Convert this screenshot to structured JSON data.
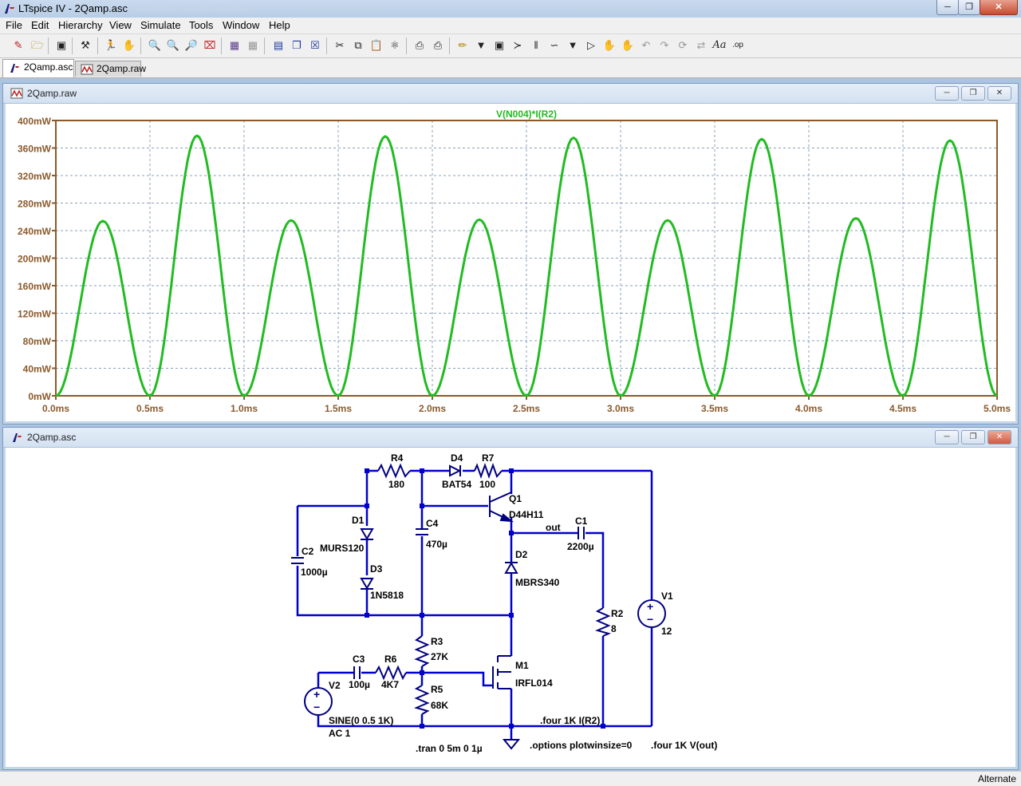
{
  "window": {
    "title": "LTspice IV - 2Qamp.asc",
    "ghost_title": "Windows Internet Explorer"
  },
  "menu": [
    "File",
    "Edit",
    "Hierarchy",
    "View",
    "Simulate",
    "Tools",
    "Window",
    "Help"
  ],
  "toolbar_icons": [
    "new-schematic-icon",
    "open-icon",
    "save-icon",
    "control-panel-icon",
    "run-icon",
    "halt-icon",
    "zoom-in-icon",
    "pan-icon",
    "zoom-out-icon",
    "zoom-fit-icon",
    "autorange-icon",
    "grid-icon",
    "tile-horizontal-icon",
    "cascade-icon",
    "close-window-icon",
    "cut-icon",
    "copy-icon",
    "paste-icon",
    "find-icon",
    "print-setup-icon",
    "print-icon",
    "draw-wire-icon",
    "ground-icon",
    "label-icon",
    "resistor-icon",
    "capacitor-icon",
    "inductor-icon",
    "diode-icon",
    "component-icon",
    "move-icon",
    "drag-icon",
    "undo-icon",
    "redo-icon",
    "rotate-icon",
    "mirror-icon",
    "text-icon",
    "spice-directive-icon"
  ],
  "tabs": [
    {
      "label": "2Qamp.asc",
      "active": true,
      "icon": "schematic-icon"
    },
    {
      "label": "2Qamp.raw",
      "active": false,
      "icon": "waveform-icon"
    }
  ],
  "plot_window": {
    "title": "2Qamp.raw"
  },
  "schematic_window": {
    "title": "2Qamp.asc"
  },
  "chart_data": {
    "type": "line",
    "title": "V(N004)*I(R2)",
    "xlabel": "",
    "ylabel": "",
    "x_unit": "ms",
    "y_unit": "mW",
    "xlim": [
      0,
      5
    ],
    "ylim": [
      0,
      400
    ],
    "x_ticks": [
      "0.0ms",
      "0.5ms",
      "1.0ms",
      "1.5ms",
      "2.0ms",
      "2.5ms",
      "3.0ms",
      "3.5ms",
      "4.0ms",
      "4.5ms",
      "5.0ms"
    ],
    "y_ticks": [
      "0mW",
      "40mW",
      "80mW",
      "120mW",
      "160mW",
      "200mW",
      "240mW",
      "280mW",
      "320mW",
      "360mW",
      "400mW"
    ],
    "grid": true,
    "series_color": "#22bb22",
    "frame_color": "#8b5a2b",
    "series": [
      {
        "name": "V(N004)*I(R2)",
        "x": [
          0,
          0.25,
          0.5,
          0.75,
          1.0,
          1.25,
          1.5,
          1.75,
          2.0,
          2.25,
          2.5,
          2.75,
          3.0,
          3.25,
          3.5,
          3.75,
          4.0,
          4.25,
          4.5,
          4.75,
          5.0
        ],
        "y": [
          0,
          254,
          0,
          378,
          0,
          255,
          0,
          377,
          0,
          256,
          0,
          375,
          0,
          255,
          0,
          373,
          0,
          258,
          0,
          371,
          0
        ]
      }
    ]
  },
  "schematic": {
    "components": [
      {
        "ref": "R4",
        "value": "180"
      },
      {
        "ref": "D4",
        "value": "BAT54"
      },
      {
        "ref": "R7",
        "value": "100"
      },
      {
        "ref": "Q1",
        "value": "D44H11"
      },
      {
        "ref": "D1",
        "value": "MURS120"
      },
      {
        "ref": "C4",
        "value": "470µ"
      },
      {
        "ref": "C2",
        "value": "1000µ"
      },
      {
        "ref": "D3",
        "value": "1N5818"
      },
      {
        "ref": "C1",
        "value": "2200µ"
      },
      {
        "ref": "D2",
        "value": "MBRS340"
      },
      {
        "ref": "V1",
        "value": "12"
      },
      {
        "ref": "R2",
        "value": "8"
      },
      {
        "ref": "R3",
        "value": "27K"
      },
      {
        "ref": "M1",
        "value": "IRFL014"
      },
      {
        "ref": "C3",
        "value": "100µ"
      },
      {
        "ref": "R6",
        "value": "4K7"
      },
      {
        "ref": "V2",
        "value": "SINE(0 0.5 1K)"
      },
      {
        "ref": "R5",
        "value": "68K"
      }
    ],
    "v2_ac": "AC 1",
    "net_label": "out",
    "directives": [
      ".four 1K I(R2)",
      ".tran 0 5m 0 1µ",
      ".options plotwinsize=0",
      ".four 1K V(out)"
    ],
    "wire_color": "#0000cc",
    "component_color": "#000080"
  },
  "status": "Alternate"
}
